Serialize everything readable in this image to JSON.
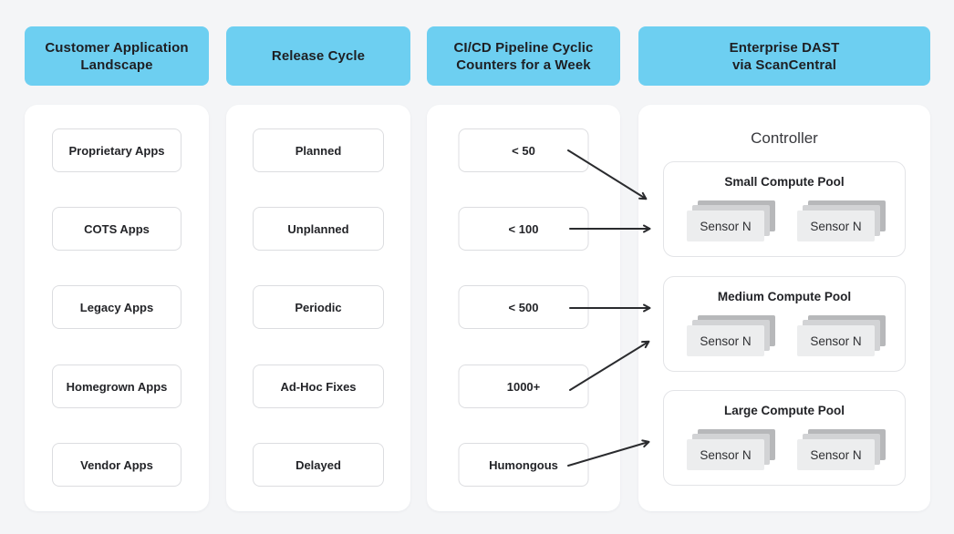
{
  "colors": {
    "accent_blue": "#6DCFF1",
    "background": "#F4F5F7",
    "arrow": "#2A2B2E",
    "sensor_front": "#ECEDEE",
    "sensor_mid": "#D2D3D5",
    "sensor_back": "#B7B8BA"
  },
  "columns": {
    "landscape": {
      "header": {
        "line1": "Customer Application",
        "line2": "Landscape"
      },
      "items": [
        "Proprietary Apps",
        "COTS Apps",
        "Legacy Apps",
        "Homegrown Apps",
        "Vendor Apps"
      ]
    },
    "release": {
      "header": {
        "line1": "Release Cycle"
      },
      "items": [
        "Planned",
        "Unplanned",
        "Periodic",
        "Ad-Hoc Fixes",
        "Delayed"
      ]
    },
    "counters": {
      "header": {
        "line1": "CI/CD Pipeline Cyclic",
        "line2": "Counters for a Week"
      },
      "items": [
        "< 50",
        "< 100",
        "< 500",
        "1000+",
        "Humongous"
      ]
    },
    "dast": {
      "header": {
        "line1": "Enterprise DAST",
        "line2": "via ScanCentral"
      },
      "controller_label": "Controller",
      "pools": [
        {
          "title": "Small Compute Pool",
          "sensors": [
            "Sensor N",
            "Sensor N"
          ]
        },
        {
          "title": "Medium Compute Pool",
          "sensors": [
            "Sensor N",
            "Sensor N"
          ]
        },
        {
          "title": "Large Compute Pool",
          "sensors": [
            "Sensor N",
            "Sensor N"
          ]
        }
      ]
    }
  },
  "connections": [
    {
      "from": "< 50",
      "to": "Small Compute Pool"
    },
    {
      "from": "< 100",
      "to": "Small Compute Pool"
    },
    {
      "from": "< 500",
      "to": "Medium Compute Pool"
    },
    {
      "from": "1000+",
      "to": "Medium Compute Pool"
    },
    {
      "from": "Humongous",
      "to": "Large Compute Pool"
    }
  ]
}
